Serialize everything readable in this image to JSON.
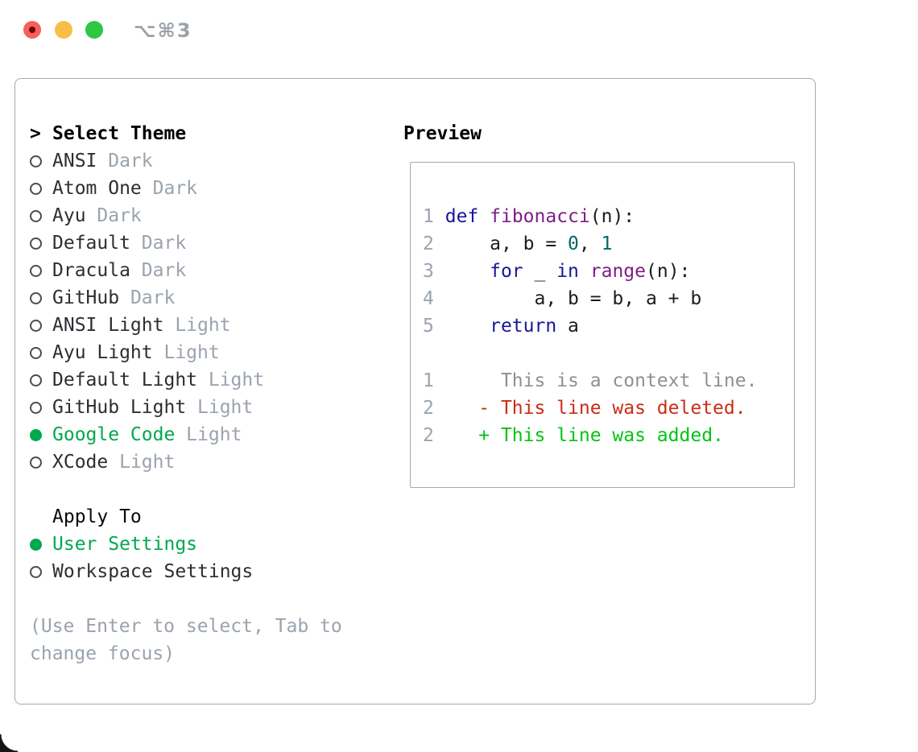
{
  "titlebar": {
    "shortcut": "⌥⌘3"
  },
  "selector": {
    "header": {
      "marker": ">",
      "label": "Select Theme"
    },
    "themes": [
      {
        "name": "ANSI",
        "variant": "Dark",
        "selected": false
      },
      {
        "name": "Atom One",
        "variant": "Dark",
        "selected": false
      },
      {
        "name": "Ayu",
        "variant": "Dark",
        "selected": false
      },
      {
        "name": "Default",
        "variant": "Dark",
        "selected": false
      },
      {
        "name": "Dracula",
        "variant": "Dark",
        "selected": false
      },
      {
        "name": "GitHub",
        "variant": "Dark",
        "selected": false
      },
      {
        "name": "ANSI Light",
        "variant": "Light",
        "selected": false
      },
      {
        "name": "Ayu Light",
        "variant": "Light",
        "selected": false
      },
      {
        "name": "Default Light",
        "variant": "Light",
        "selected": false
      },
      {
        "name": "GitHub Light",
        "variant": "Light",
        "selected": false
      },
      {
        "name": "Google Code",
        "variant": "Light",
        "selected": true
      },
      {
        "name": "XCode",
        "variant": "Light",
        "selected": false
      }
    ],
    "apply_to": {
      "label": "Apply To",
      "options": [
        {
          "name": "User Settings",
          "selected": true
        },
        {
          "name": "Workspace Settings",
          "selected": false
        }
      ]
    },
    "hint_lines": [
      "(Use Enter to select, Tab to",
      "change focus)"
    ]
  },
  "preview": {
    "heading": "Preview",
    "code_lines": [
      [
        [
          "ln",
          "1"
        ],
        [
          "pl",
          " "
        ],
        [
          "kw",
          "def"
        ],
        [
          "pl",
          " "
        ],
        [
          "fn",
          "fibonacci"
        ],
        [
          "pl",
          "(n):"
        ]
      ],
      [
        [
          "ln",
          "2"
        ],
        [
          "pl",
          "     a, b = "
        ],
        [
          "lit",
          "0"
        ],
        [
          "pl",
          ", "
        ],
        [
          "lit",
          "1"
        ]
      ],
      [
        [
          "ln",
          "3"
        ],
        [
          "pl",
          "     "
        ],
        [
          "kw",
          "for"
        ],
        [
          "pl",
          " _ "
        ],
        [
          "kw",
          "in"
        ],
        [
          "pl",
          " "
        ],
        [
          "fn",
          "range"
        ],
        [
          "pl",
          "(n):"
        ]
      ],
      [
        [
          "ln",
          "4"
        ],
        [
          "pl",
          "         a, b = b, a + b"
        ]
      ],
      [
        [
          "ln",
          "5"
        ],
        [
          "pl",
          "     "
        ],
        [
          "kw",
          "return"
        ],
        [
          "pl",
          " a"
        ]
      ],
      [],
      [
        [
          "ln",
          "1"
        ],
        [
          "ctx",
          "      This is a context line."
        ]
      ],
      [
        [
          "ln",
          "2"
        ],
        [
          "del",
          "    - This line was deleted."
        ]
      ],
      [
        [
          "ln",
          "2"
        ],
        [
          "add",
          "    + This line was added."
        ]
      ]
    ]
  },
  "colors": {
    "green": "#00a84e",
    "slate": "#9aa3ae",
    "kw": "#16169d",
    "fn": "#7e1e87",
    "lit": "#006666",
    "ctx": "#8d9196",
    "del": "#cb2c15",
    "add": "#00c414",
    "border": "#a2a9b3",
    "traffic_red": "#f4605a",
    "traffic_yellow": "#f8bd45",
    "traffic_green": "#2ec643"
  }
}
